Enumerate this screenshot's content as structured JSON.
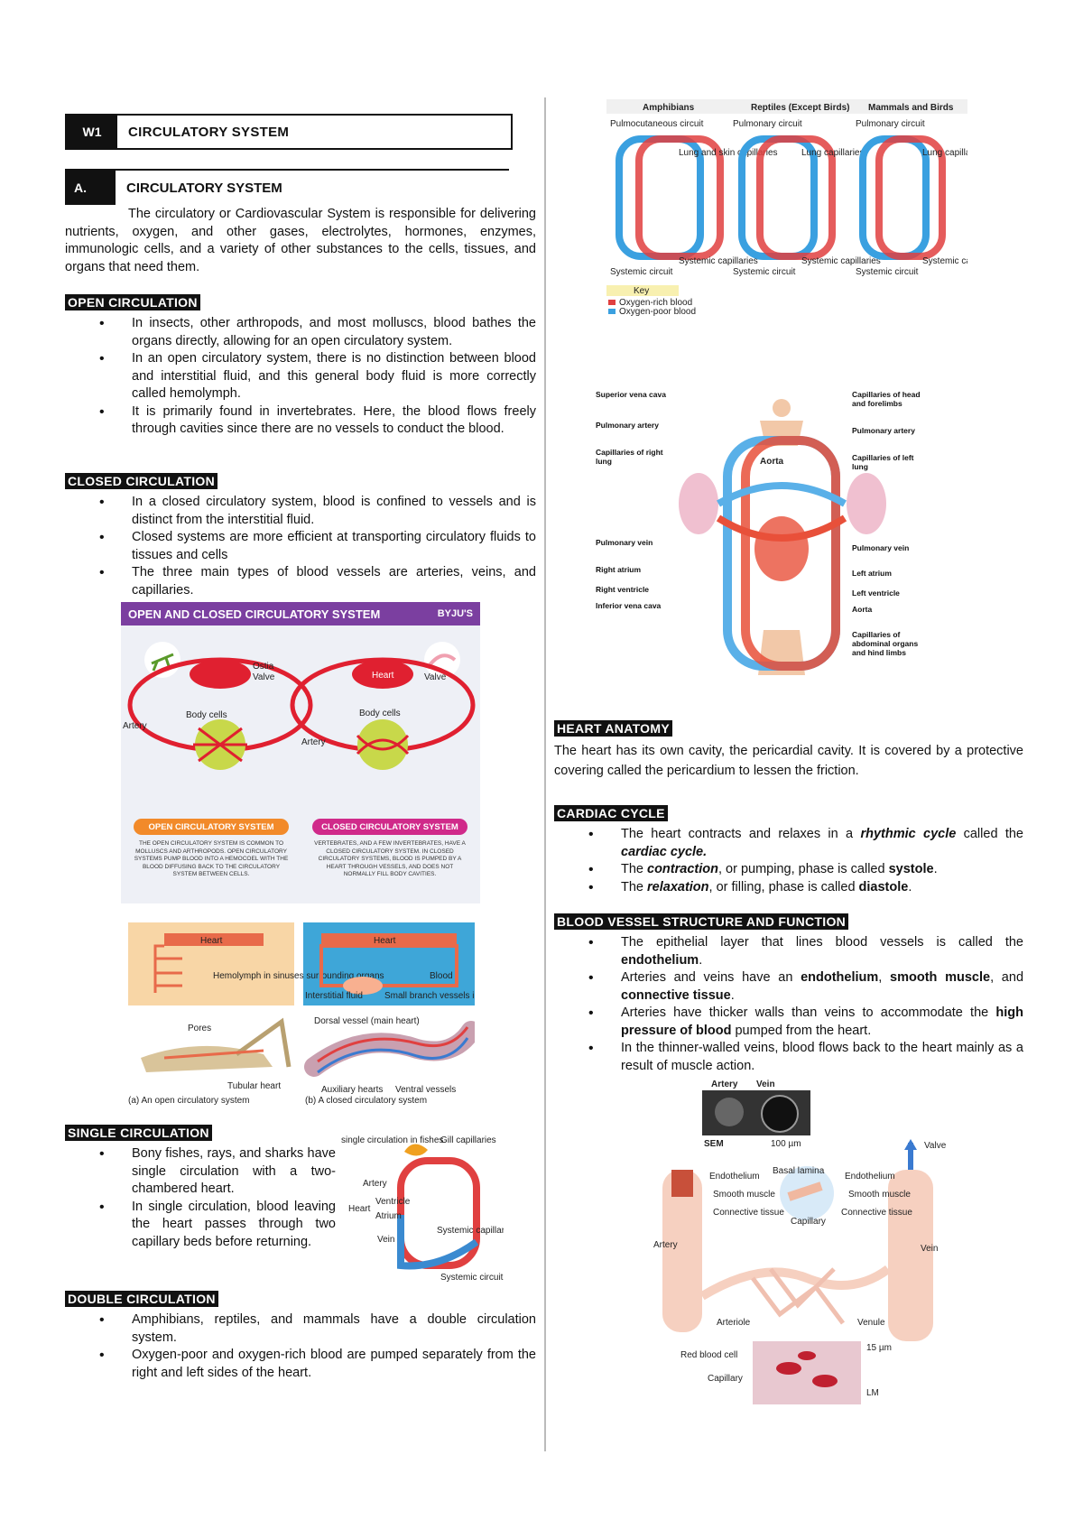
{
  "header": {
    "week": "W1",
    "title": "CIRCULATORY SYSTEM"
  },
  "section_a": {
    "label": "A.",
    "title": "CIRCULATORY SYSTEM",
    "intro": "The circulatory or Cardiovascular System is responsible for delivering nutrients, oxygen, and other gases, electrolytes, hormones, enzymes, immunologic cells, and a variety of other substances to the cells, tissues, and organs that need them."
  },
  "open": {
    "heading": "OPEN CIRCULATION",
    "items": [
      "In insects, other arthropods, and most molluscs, blood bathes the organs directly, allowing for an open circulatory system.",
      "In an open circulatory system, there is no distinction between blood and interstitial fluid, and this general body fluid is more correctly called hemolymph.",
      "It is primarily found in invertebrates. Here, the blood flows freely through cavities since there are no vessels to conduct the blood."
    ]
  },
  "closed": {
    "heading": "CLOSED CIRCULATION",
    "items": [
      "In a closed circulatory system, blood is confined to vessels and is distinct from the interstitial fluid.",
      "Closed systems are more efficient at transporting circulatory fluids to tissues and cells",
      "The three main types of blood vessels are arteries, veins, and capillaries."
    ]
  },
  "byjus_fig": {
    "title": "OPEN AND CLOSED CIRCULATORY SYSTEM",
    "brand": "BYJU'S",
    "labels": {
      "ostia": "Ostia",
      "valve": "Valve",
      "heart": "Heart",
      "body_cells": "Body cells",
      "artery": "Artery"
    },
    "open_btn": "OPEN CIRCULATORY SYSTEM",
    "closed_btn": "CLOSED CIRCULATORY SYSTEM",
    "open_desc": "THE OPEN CIRCULATORY SYSTEM IS COMMON TO MOLLUSCS AND ARTHROPODS. OPEN CIRCULATORY SYSTEMS PUMP BLOOD INTO A HEMOCOEL WITH THE BLOOD DIFFUSING BACK TO THE CIRCULATORY SYSTEM BETWEEN CELLS.",
    "closed_desc": "VERTEBRATES, AND A FEW INVERTEBRATES, HAVE A CLOSED CIRCULATORY SYSTEM. IN CLOSED CIRCULATORY SYSTEMS, BLOOD IS PUMPED BY A HEART THROUGH VESSELS, AND DOES NOT NORMALLY FILL BODY CAVITIES."
  },
  "compare_fig": {
    "heart": "Heart",
    "hemolymph": "Hemolymph in sinuses surrounding organs",
    "interstitial": "Interstitial fluid",
    "blood": "Blood",
    "small_vessels": "Small branch vessels in each organ",
    "pores": "Pores",
    "tubular_heart": "Tubular heart",
    "dorsal_vessel": "Dorsal vessel (main heart)",
    "aux_hearts": "Auxiliary hearts",
    "ventral_vessels": "Ventral vessels",
    "cap_a": "(a) An open circulatory system",
    "cap_b": "(b) A closed circulatory system"
  },
  "single": {
    "heading": "SINGLE CIRCULATION",
    "items": [
      "Bony fishes, rays, and sharks have single circulation with a two-chambered heart.",
      "In single circulation, blood leaving the heart passes through two capillary beds before returning."
    ],
    "fig": {
      "note": "single circulation in fishes",
      "gill": "Gill capillaries",
      "artery": "Artery",
      "ventricle": "Ventricle",
      "atrium": "Atrium",
      "heart": "Heart",
      "vein": "Vein",
      "systemic": "Systemic capillaries",
      "sys_circ": "Systemic circuit"
    }
  },
  "double": {
    "heading": "DOUBLE CIRCULATION",
    "items": [
      "Amphibians, reptiles, and mammals have a double circulation system.",
      "Oxygen-poor and oxygen-rich blood are pumped separately from the right and left sides of the heart."
    ]
  },
  "vertebrate_fig": {
    "groups": [
      "Amphibians",
      "Reptiles (Except Birds)",
      "Mammals and Birds"
    ],
    "top": [
      "Pulmocutaneous circuit",
      "Pulmonary circuit",
      "Pulmonary circuit"
    ],
    "bottom": [
      "Systemic circuit",
      "Systemic circuit",
      "Systemic circuit"
    ],
    "lung_labels": [
      "Lung and skin capillaries",
      "Lung capillaries",
      "Lung capillaries"
    ],
    "sys_labels": [
      "Systemic capillaries",
      "Systemic capillaries",
      "Systemic capillaries"
    ],
    "key": "Key",
    "key_rich": "Oxygen-rich blood",
    "key_poor": "Oxygen-poor blood"
  },
  "mammal_fig": {
    "left": [
      "Superior vena cava",
      "Pulmonary artery",
      "Capillaries of right lung",
      "Pulmonary vein",
      "Right atrium",
      "Right ventricle",
      "Inferior vena cava"
    ],
    "right": [
      "Capillaries of head and forelimbs",
      "Pulmonary artery",
      "Capillaries of left lung",
      "Pulmonary vein",
      "Left atrium",
      "Left ventricle",
      "Aorta",
      "Capillaries of abdominal organs and hind limbs"
    ],
    "aorta": "Aorta"
  },
  "heart_anatomy": {
    "heading": "HEART ANATOMY",
    "text": "The heart has its own cavity, the pericardial cavity. It is covered by a protective covering called the pericardium to lessen the friction."
  },
  "cardiac": {
    "heading": "CARDIAC CYCLE",
    "i1_a": "The heart contracts and relaxes in a ",
    "i1_b": "rhythmic cycle",
    "i1_c": " called the ",
    "i1_d": "cardiac cycle.",
    "i2_a": "The ",
    "i2_b": "contraction",
    "i2_c": ", or pumping, phase is called ",
    "i2_d": "systole",
    "i2_e": ".",
    "i3_a": "The ",
    "i3_b": "relaxation",
    "i3_c": ", or filling, phase is called ",
    "i3_d": "diastole",
    "i3_e": "."
  },
  "vessels": {
    "heading": "BLOOD VESSEL STRUCTURE AND FUNCTION",
    "i1_a": "The epithelial layer that lines blood vessels is called the ",
    "i1_b": "endothelium",
    "i1_c": ".",
    "i2_a": "Arteries and veins have an ",
    "i2_b": "endothelium",
    "i2_c": ", ",
    "i2_d": "smooth muscle",
    "i2_e": ", and ",
    "i2_f": "connective tissue",
    "i2_g": ".",
    "i3_a": "Arteries have thicker walls than veins to accommodate the ",
    "i3_b": "high pressure of blood",
    "i3_c": " pumped from the heart.",
    "i4": "In the thinner-walled veins, blood flows back to the heart mainly as a result of muscle action.",
    "fig": {
      "artery": "Artery",
      "vein": "Vein",
      "sem": "SEM",
      "scale": "100 µm",
      "basal": "Basal lamina",
      "endothelium": "Endothelium",
      "smooth": "Smooth muscle",
      "connective": "Connective tissue",
      "capillary": "Capillary",
      "valve": "Valve",
      "arteriole": "Arteriole",
      "venule": "Venule",
      "rbc": "Red blood cell",
      "capillary2": "Capillary",
      "lm": "LM",
      "um": "15 µm"
    }
  }
}
